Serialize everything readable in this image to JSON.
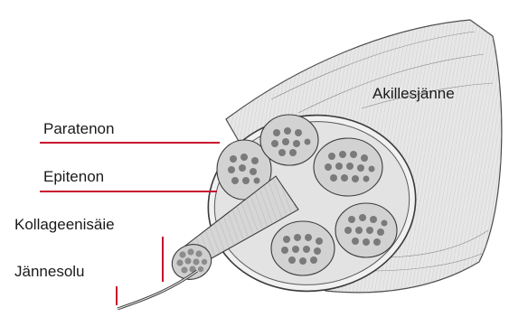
{
  "labels": {
    "tendon": "Akillesjänne",
    "paratenon": "Paratenon",
    "epitenon": "Epitenon",
    "fiber": "Kollageenisäie",
    "cell": "Jännesolu"
  },
  "colors": {
    "leader": "#c8102e",
    "ink": "#3a3a3a",
    "shade": "#d9d9d9"
  }
}
